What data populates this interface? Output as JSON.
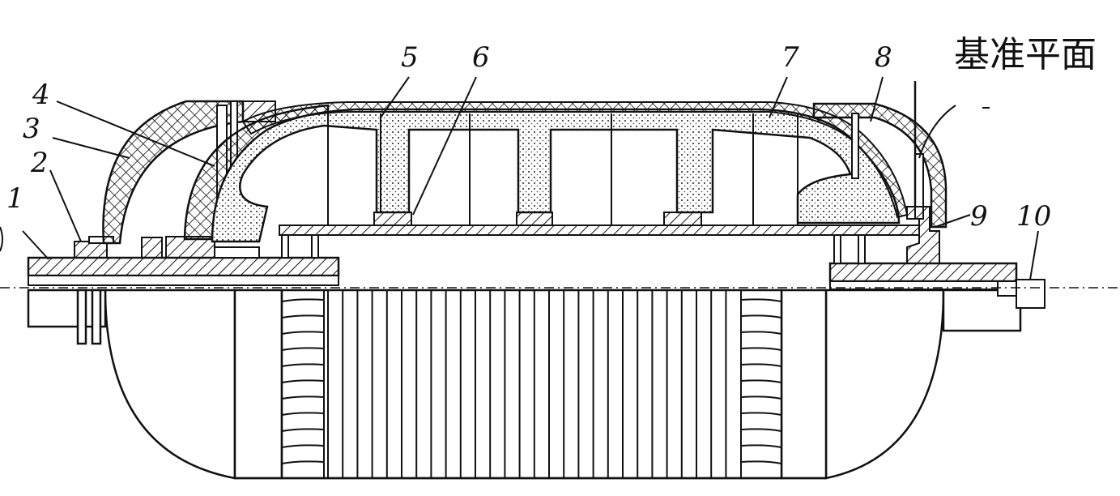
{
  "figure": {
    "callouts": [
      {
        "id": "c1",
        "label": "1"
      },
      {
        "id": "c2",
        "label": "2"
      },
      {
        "id": "c3",
        "label": "3"
      },
      {
        "id": "c4",
        "label": "4"
      },
      {
        "id": "c5",
        "label": "5"
      },
      {
        "id": "c6",
        "label": "6"
      },
      {
        "id": "c7",
        "label": "7"
      },
      {
        "id": "c8",
        "label": "8"
      },
      {
        "id": "c9",
        "label": "9"
      },
      {
        "id": "c10",
        "label": "10"
      }
    ],
    "reference_plane_label": "基准平面"
  },
  "colors": {
    "ink": "#111111",
    "background": "#ffffff"
  }
}
